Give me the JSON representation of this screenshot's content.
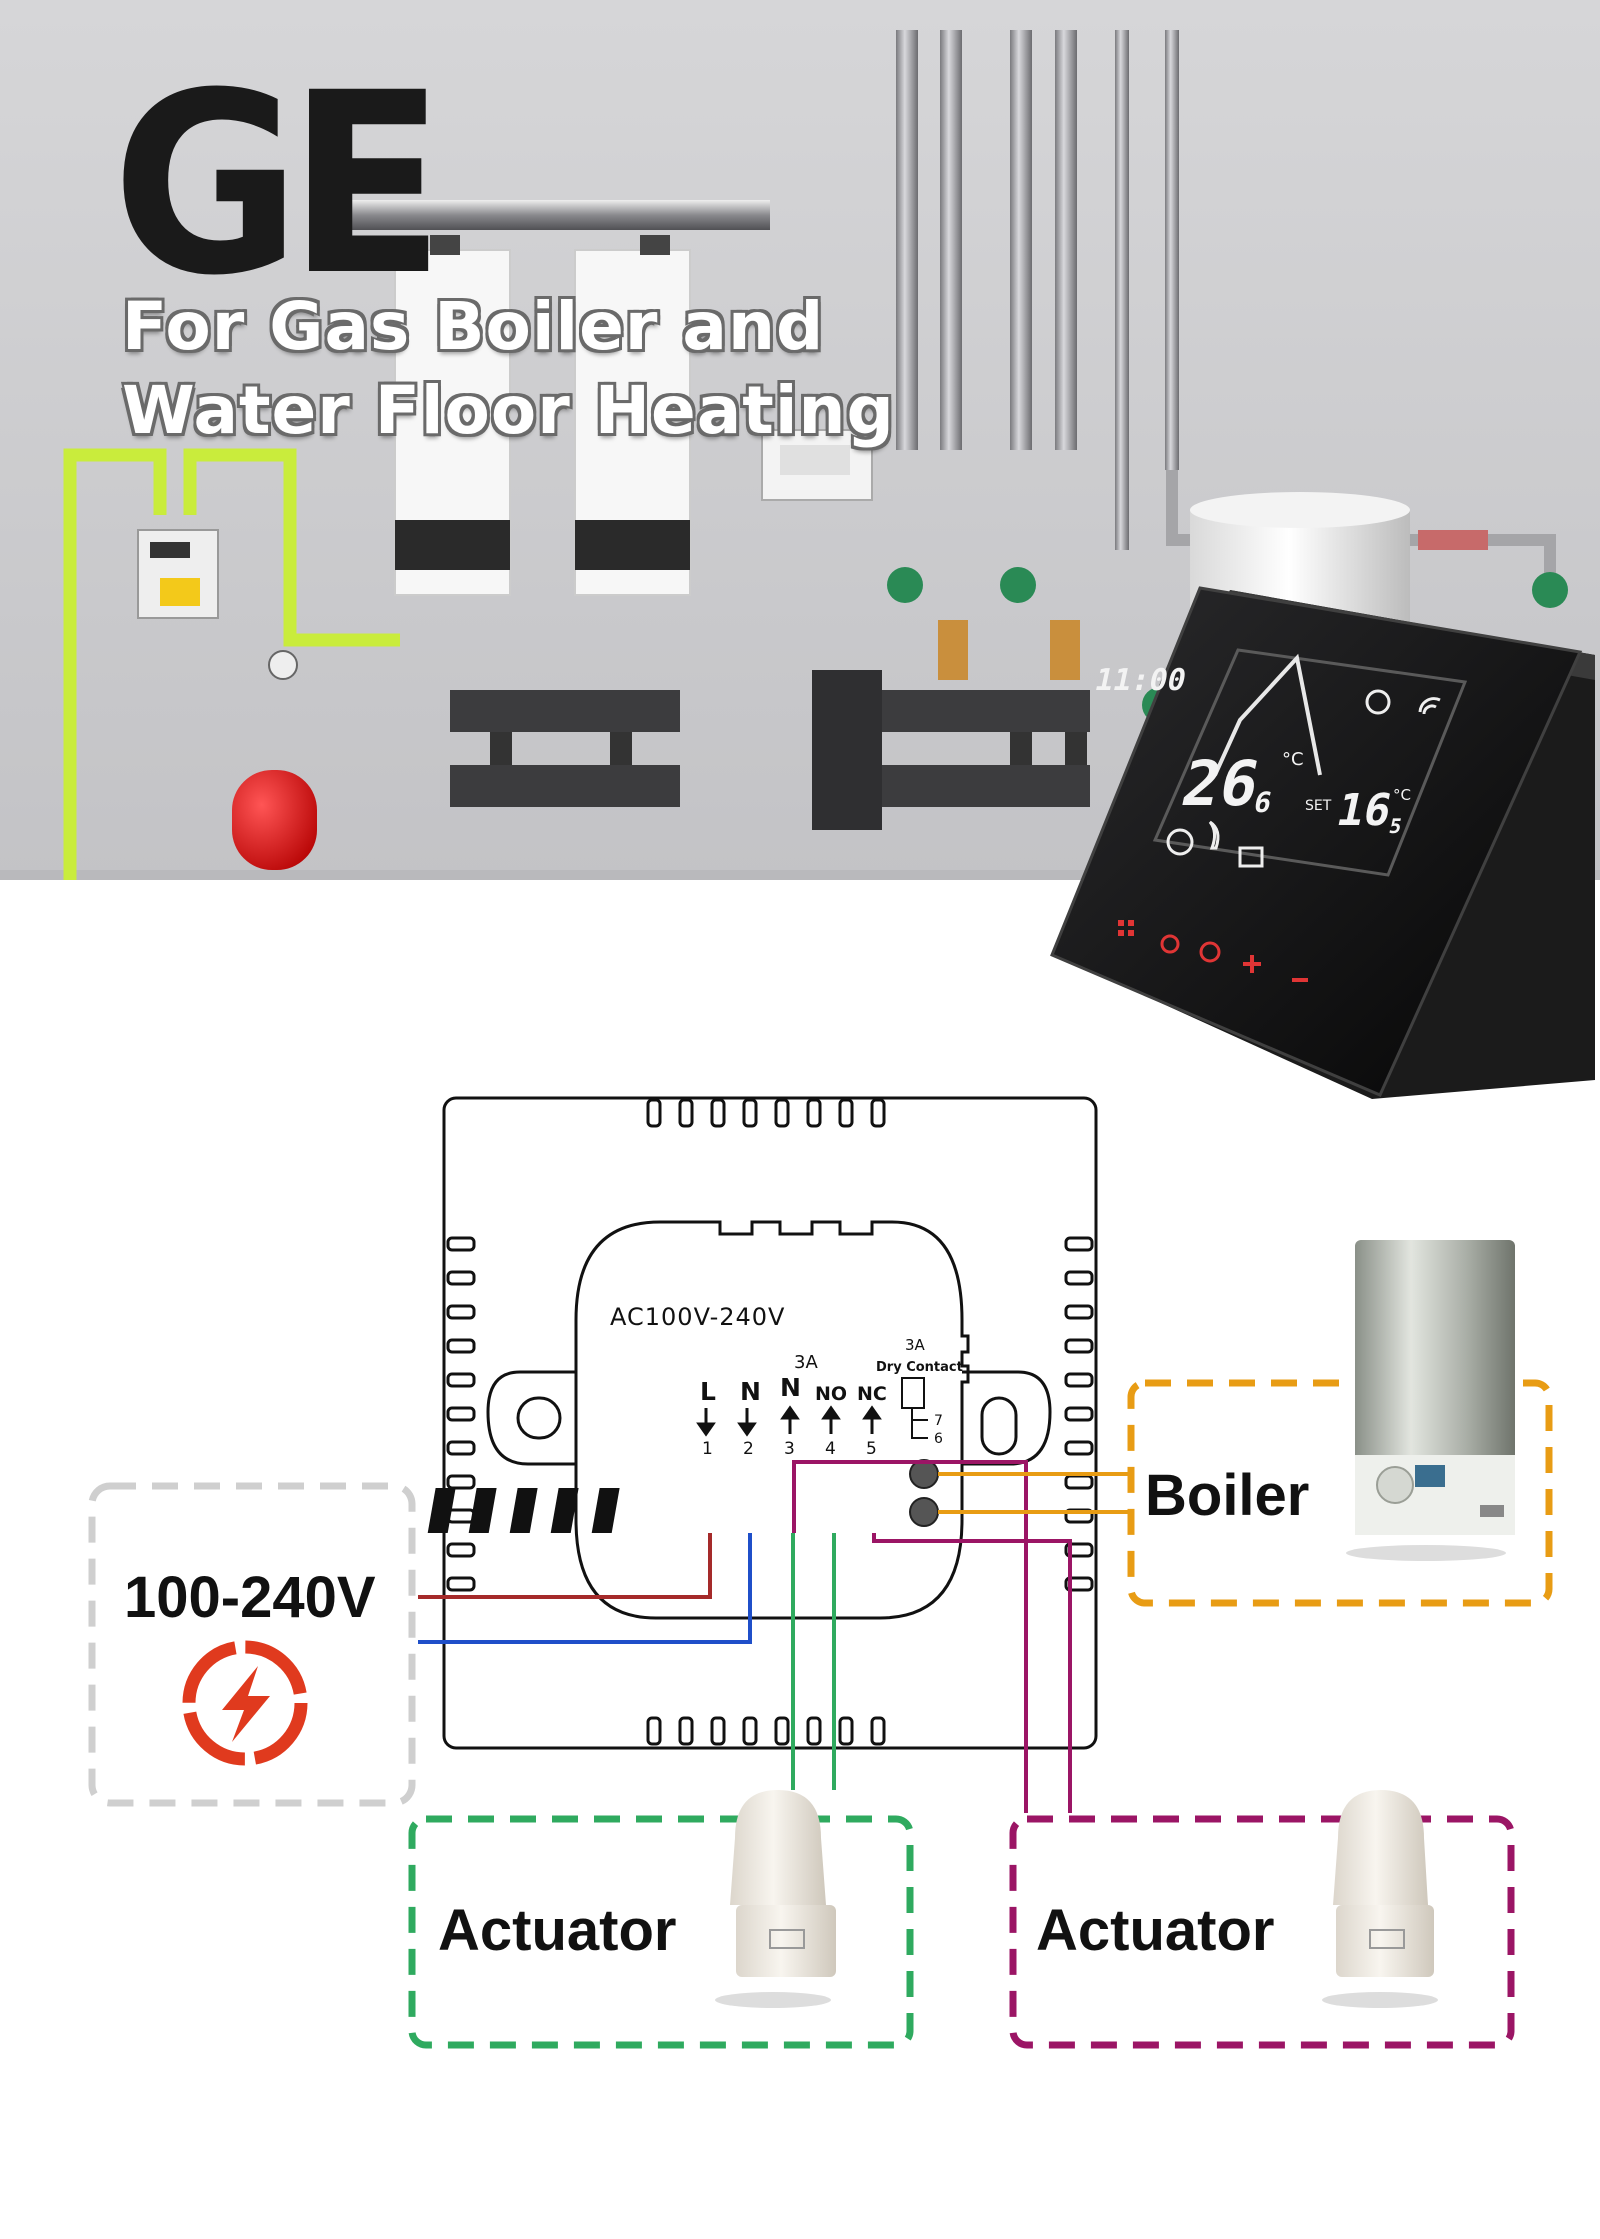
{
  "header": {
    "title": "GE",
    "subtitle_line1": "For Gas Boiler and",
    "subtitle_line2": "Water Floor Heating"
  },
  "thermostat_display": {
    "time": "11:00",
    "room_temp_main": "26",
    "room_temp_decimal": "6",
    "set_label": "SET",
    "set_temp_main": "16",
    "set_temp_decimal": "5",
    "unit": "°C"
  },
  "wiring": {
    "supply_label": "AC100V-240V",
    "rating_label": "3A",
    "dry_contact_rating": "3A",
    "dry_contact_label": "Dry Contact",
    "terminals": [
      {
        "name": "L",
        "num": "1"
      },
      {
        "name": "N",
        "num": "2"
      },
      {
        "name": "N",
        "num": "3"
      },
      {
        "name": "NO",
        "num": "4"
      },
      {
        "name": "NC",
        "num": "5"
      }
    ],
    "dry_terminals": [
      "7",
      "6"
    ]
  },
  "labels": {
    "power": "100-240V",
    "boiler": "Boiler",
    "actuator_left": "Actuator",
    "actuator_right": "Actuator"
  },
  "colors": {
    "live": "#a52a2a",
    "neutral": "#1f4fc9",
    "green": "#2faa5f",
    "magenta": "#9b1565",
    "orange": "#e89c14",
    "grey": "#cfcfcf",
    "power_icon": "#e03a1e"
  }
}
